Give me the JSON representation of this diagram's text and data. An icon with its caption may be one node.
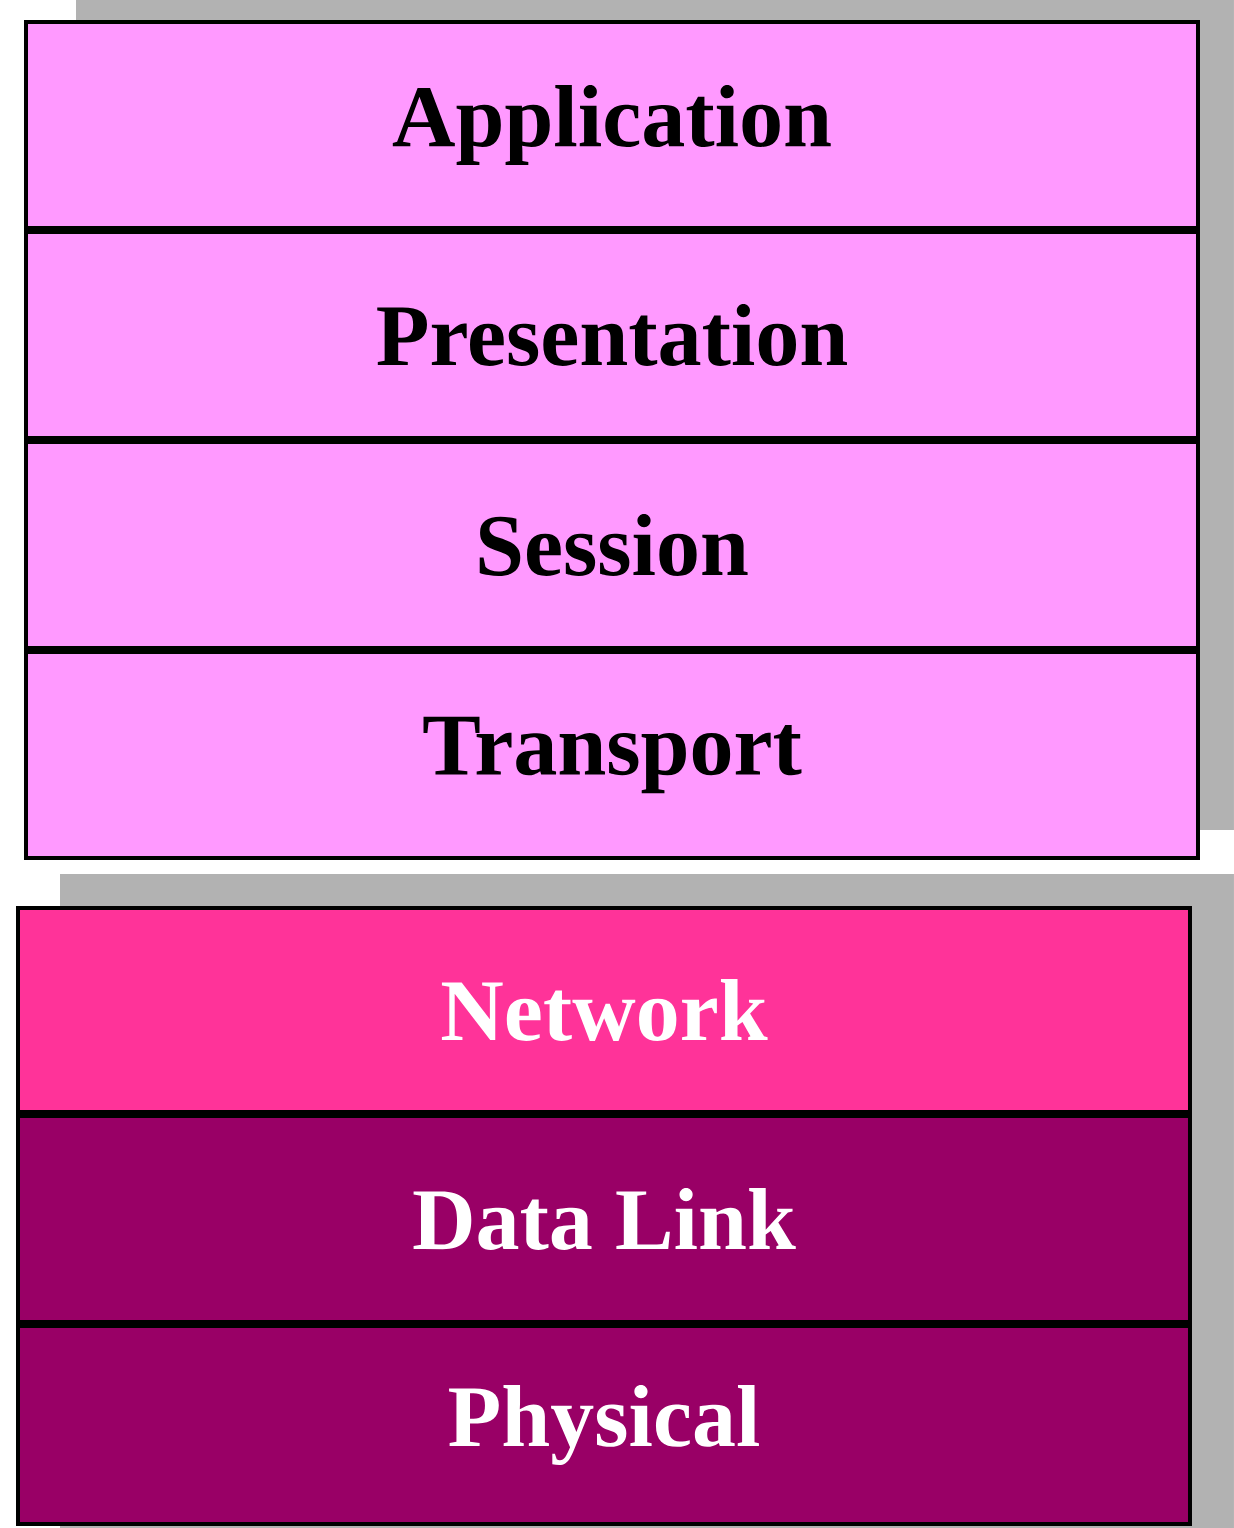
{
  "diagram": {
    "nodes": [
      {
        "text": [
          "Application"
        ]
      },
      {
        "text": [
          "Presentation"
        ]
      },
      {
        "text": [
          "Session"
        ]
      },
      {
        "text": [
          "Transport"
        ]
      },
      {
        "text": [
          "Network"
        ]
      },
      {
        "text": [
          "Data Link"
        ]
      },
      {
        "text": [
          "Physical"
        ]
      }
    ]
  }
}
